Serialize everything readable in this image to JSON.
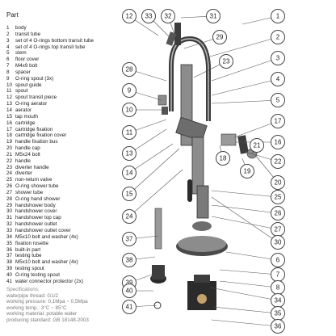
{
  "title": "Part",
  "parts": [
    {
      "num": "1",
      "label": "body"
    },
    {
      "num": "2",
      "label": "transit tube"
    },
    {
      "num": "3",
      "label": "set of 4 O-rings bottom transit tube"
    },
    {
      "num": "4",
      "label": "set of 4 O-rings top transit tube"
    },
    {
      "num": "5",
      "label": "stem"
    },
    {
      "num": "6",
      "label": "floor cover"
    },
    {
      "num": "7",
      "label": "M4x9 bolt"
    },
    {
      "num": "8",
      "label": "spacer"
    },
    {
      "num": "9",
      "label": "O-ring spout (3x)"
    },
    {
      "num": "10",
      "label": "spout guide"
    },
    {
      "num": "11",
      "label": "spout"
    },
    {
      "num": "12",
      "label": "spout transit piece"
    },
    {
      "num": "13",
      "label": "O-ring aerator"
    },
    {
      "num": "14",
      "label": "aerator"
    },
    {
      "num": "15",
      "label": "tap mouth"
    },
    {
      "num": "16",
      "label": "cartridge"
    },
    {
      "num": "17",
      "label": "cartridge fixation"
    },
    {
      "num": "18",
      "label": "cartridge fixation cover"
    },
    {
      "num": "19",
      "label": "handle fixation bus"
    },
    {
      "num": "20",
      "label": "handle cap"
    },
    {
      "num": "21",
      "label": "M5x24 bolt"
    },
    {
      "num": "22",
      "label": "handle"
    },
    {
      "num": "23",
      "label": "diverter handle"
    },
    {
      "num": "24",
      "label": "diverter"
    },
    {
      "num": "25",
      "label": "non-return valve"
    },
    {
      "num": "26",
      "label": "O-ring shower tube"
    },
    {
      "num": "27",
      "label": "shower tube"
    },
    {
      "num": "28",
      "label": "O-ring hand shower"
    },
    {
      "num": "29",
      "label": "handshower body"
    },
    {
      "num": "30",
      "label": "handshower cover"
    },
    {
      "num": "31",
      "label": "handshower top cap"
    },
    {
      "num": "32",
      "label": "handshower outlet"
    },
    {
      "num": "33",
      "label": "handshower outlet cover"
    },
    {
      "num": "34",
      "label": "M5x10 bolt and washer (4x)"
    },
    {
      "num": "35",
      "label": "fixation rosette"
    },
    {
      "num": "36",
      "label": "built-in part"
    },
    {
      "num": "37",
      "label": "testing tube"
    },
    {
      "num": "38",
      "label": "M5x10 bolt and washer (4x)"
    },
    {
      "num": "39",
      "label": "testing spout"
    },
    {
      "num": "40",
      "label": "O-ring testing spout"
    },
    {
      "num": "41",
      "label": "water connector protector (2x)"
    }
  ],
  "specifications": {
    "heading": "Specifications:",
    "lines": [
      "waterpipe thread: G1/2",
      "working pressure: 0,1Mpa ~ 0,5Mpa",
      "working temp.: 3°C ~ 85°C",
      "working material: potable water",
      "producing standard: GB 18148-2003"
    ]
  },
  "callouts": [
    "12",
    "33",
    "32",
    "31",
    "1",
    "29",
    "2",
    "28",
    "23",
    "3",
    "4",
    "5",
    "9",
    "10",
    "11",
    "13",
    "14",
    "15",
    "24",
    "17",
    "16",
    "22",
    "20",
    "21",
    "18",
    "19",
    "25",
    "26",
    "27",
    "37",
    "38",
    "39",
    "40",
    "41",
    "30",
    "6",
    "7",
    "8",
    "34",
    "35",
    "36"
  ],
  "colors": {
    "ink": "#1a1a1a",
    "metal_dark": "#3d3d3d",
    "metal_light": "#8c8c8c",
    "spec_text": "#7a7a7a"
  }
}
